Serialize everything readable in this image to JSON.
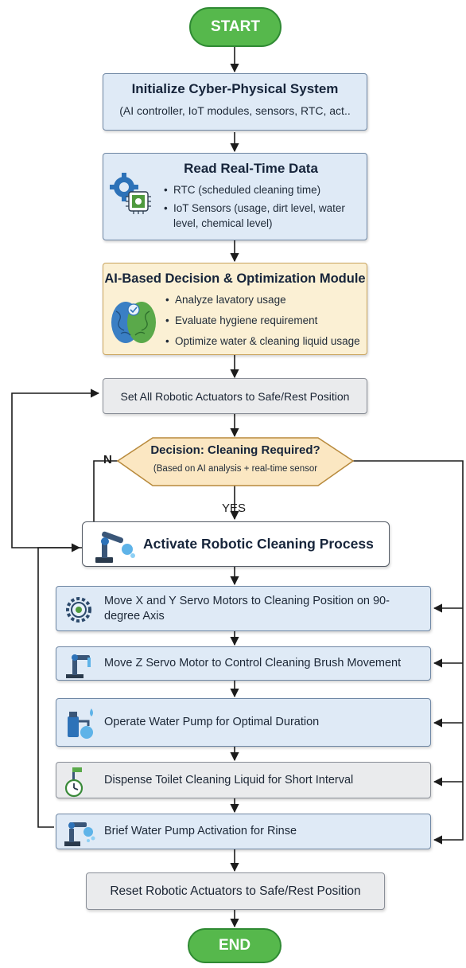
{
  "flowchart": {
    "start": "START",
    "init": {
      "title": "Initialize Cyber-Physical System",
      "subtitle": "(AI controller, IoT modules, sensors, RTC, act.."
    },
    "read": {
      "title": "Read Real-Time Data",
      "bullets": [
        "RTC (scheduled cleaning time)",
        "IoT Sensors (usage, dirt level, water level, chemical level)"
      ]
    },
    "ai": {
      "title": "AI-Based Decision & Optimization Module",
      "bullets": [
        "Analyze lavatory usage",
        "Evaluate hygiene requirement",
        "Optimize water & cleaning liquid usage"
      ]
    },
    "safe": "Set All Robotic Actuators to Safe/Rest Position",
    "decision": {
      "title": "Decision: Cleaning Required?",
      "subtitle": "(Based on AI analysis + real-time sensor"
    },
    "no_label": "N",
    "yes_label": "YES",
    "activate": "Activate Robotic Cleaning Process",
    "steps": [
      "Move X and Y Servo Motors to Cleaning Position on 90-degree Axis",
      "Move Z Servo Motor to Control Cleaning Brush Movement",
      "Operate Water Pump for Optimal Duration",
      "Dispense Toilet Cleaning Liquid for Short Interval",
      "Brief Water Pump Activation for Rinse"
    ],
    "reset": "Reset Robotic Actuators to Safe/Rest Position",
    "end": "END"
  },
  "icons": {
    "read": "chip-gear-icon",
    "ai": "brain-icon",
    "activate": "robot-arm-icon",
    "steps": [
      "servo-gear-icon",
      "z-axis-arm-icon",
      "water-pump-icon",
      "liquid-dispenser-icon",
      "rinse-arm-icon"
    ]
  },
  "colors": {
    "terminal": "#56b84c",
    "process_box": "#dfeaf6",
    "ai_box": "#fbf0d4",
    "decision": "#fbe7c2",
    "neutral_box": "#eaebed",
    "line": "#1c1c1c"
  }
}
